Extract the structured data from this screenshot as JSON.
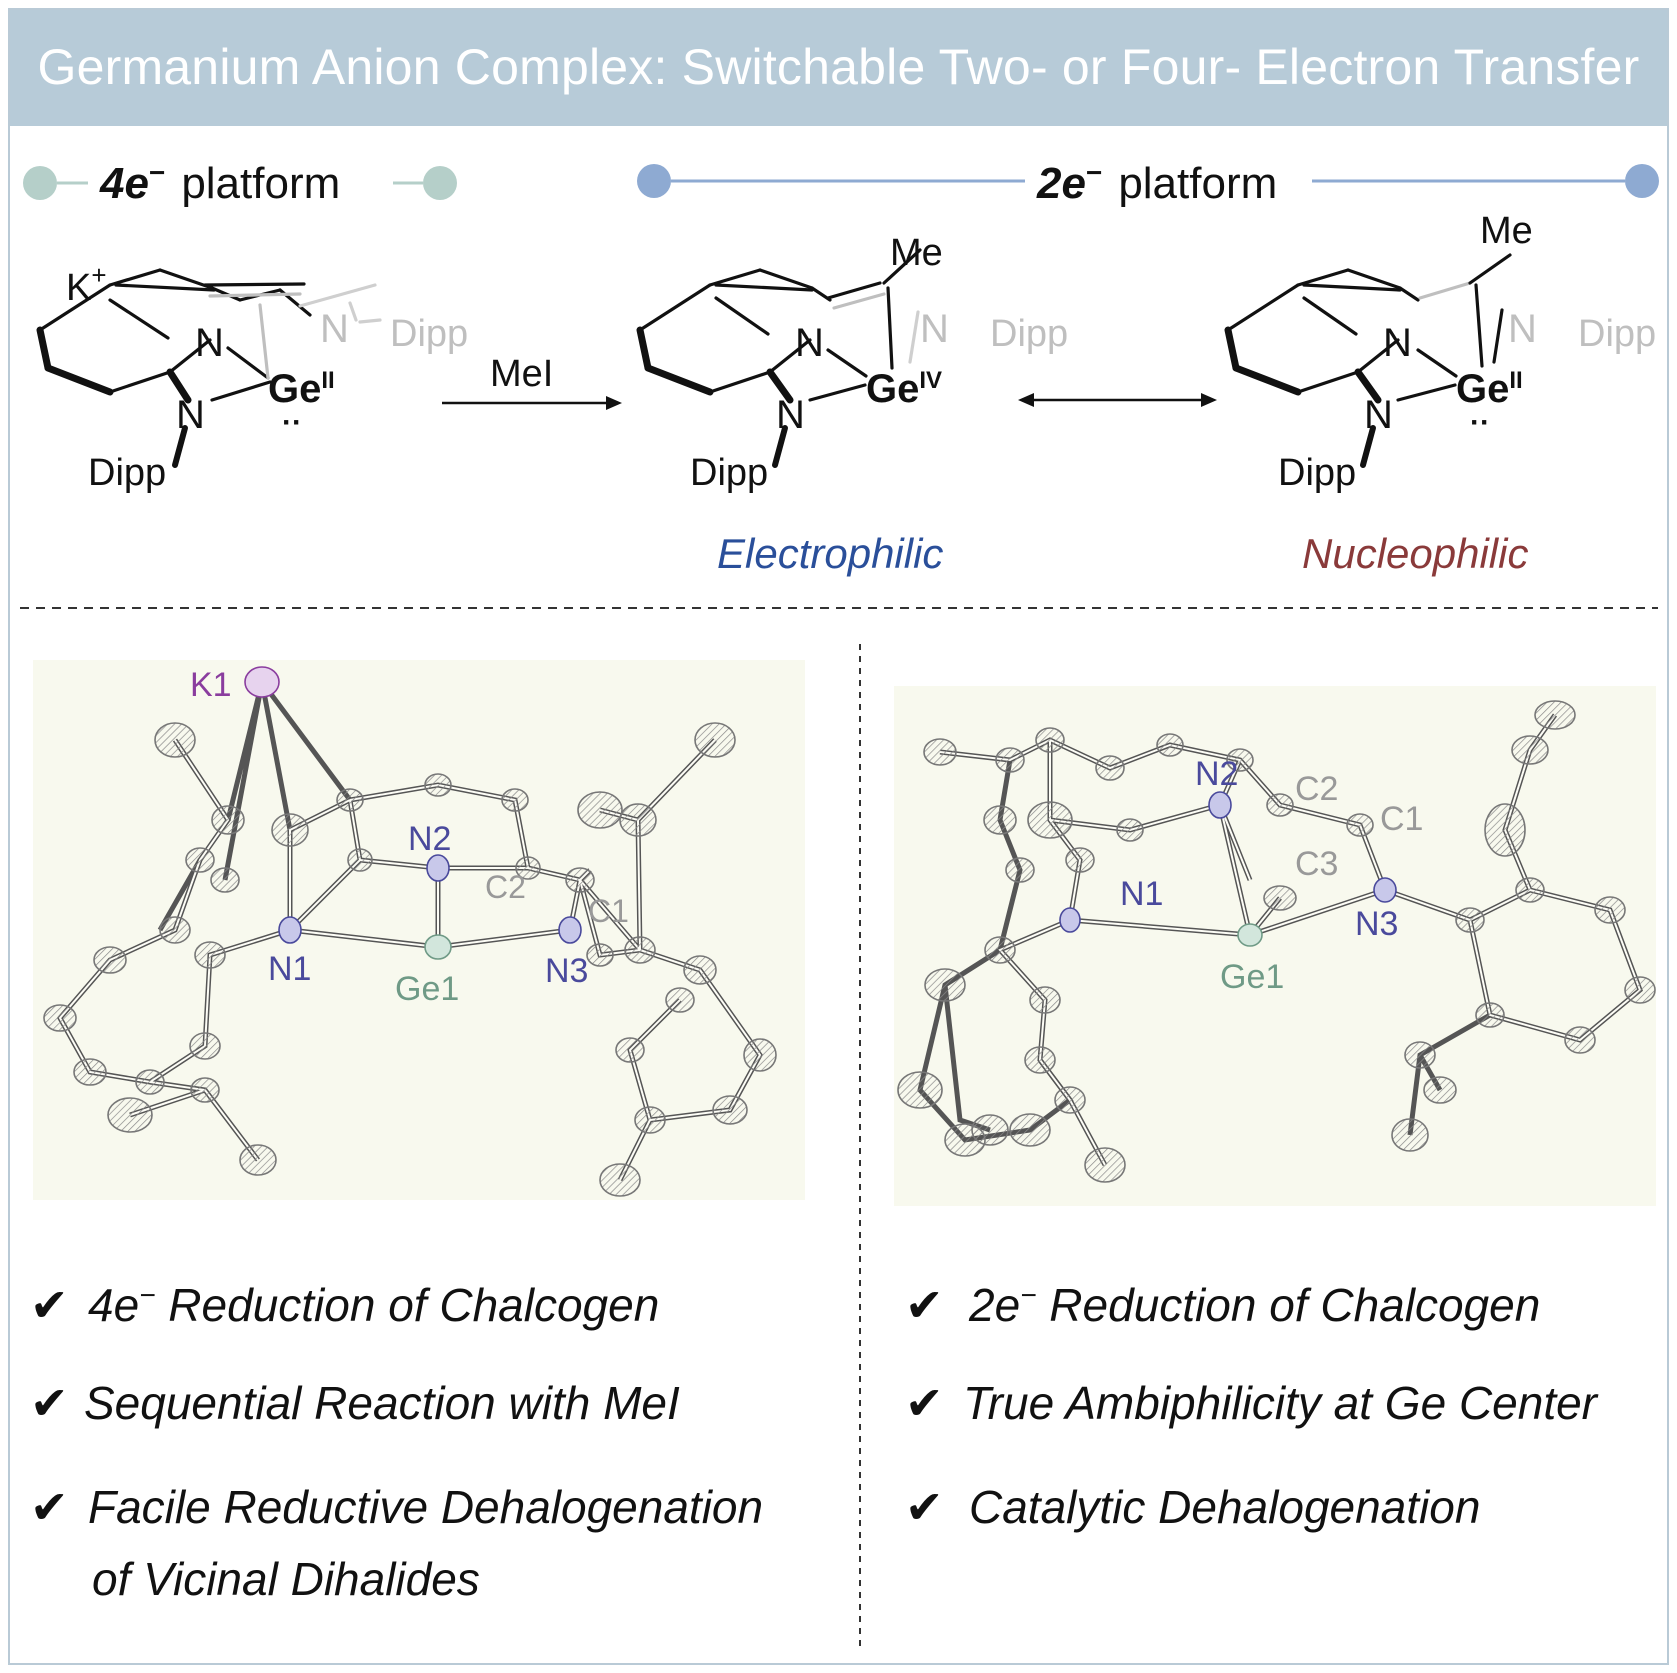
{
  "title": "Germanium Anion Complex: Switchable Two- or Four- Electron Transfer",
  "platforms": {
    "left": {
      "num": "4e",
      "sup": "−",
      "word": "platform"
    },
    "right": {
      "num": "2e",
      "sup": "−",
      "word": "platform"
    }
  },
  "scheme": {
    "reagent": "MeI",
    "cation": "K",
    "cation_charge": "+",
    "ligand_sub": "Dipp",
    "n": "N",
    "ge": "Ge",
    "ge_ii": "II",
    "ge_iv": "IV",
    "methyl": "Me",
    "label_electrophilic": "Electrophilic",
    "label_nucleophilic": "Nucleophilic"
  },
  "structures": {
    "left": {
      "K1": "K1",
      "N1": "N1",
      "N2": "N2",
      "N3": "N3",
      "Ge1": "Ge1",
      "C1": "C1",
      "C2": "C2"
    },
    "right": {
      "N1": "N1",
      "N2": "N2",
      "N3": "N3",
      "Ge1": "Ge1",
      "C1": "C1",
      "C2": "C2",
      "C3": "C3"
    }
  },
  "bullets": {
    "check": "✔",
    "left": [
      {
        "a": "4e",
        "sup": "−",
        "b": " Reduction of Chalcogen"
      },
      {
        "text": "Sequential Reaction with MeI"
      },
      {
        "text": "Facile Reductive Dehalogenation",
        "cont": "of Vicinal Dihalides"
      }
    ],
    "right": [
      {
        "a": "2e",
        "sup": "−",
        "b": " Reduction of Chalcogen"
      },
      {
        "text": "True Ambiphilicity at Ge Center"
      },
      {
        "text": "Catalytic Dehalogenation"
      }
    ]
  },
  "colors": {
    "banner": "#b7cbd8",
    "dot_left": "#b5cfc9",
    "dot_right": "#8eaad2",
    "electrophilic": "#2a4f9a",
    "nucleophilic": "#8a3a3a",
    "atom_n": "#4a4a9c",
    "atom_ge": "#6f9a86",
    "atom_k": "#8a3d9e"
  }
}
